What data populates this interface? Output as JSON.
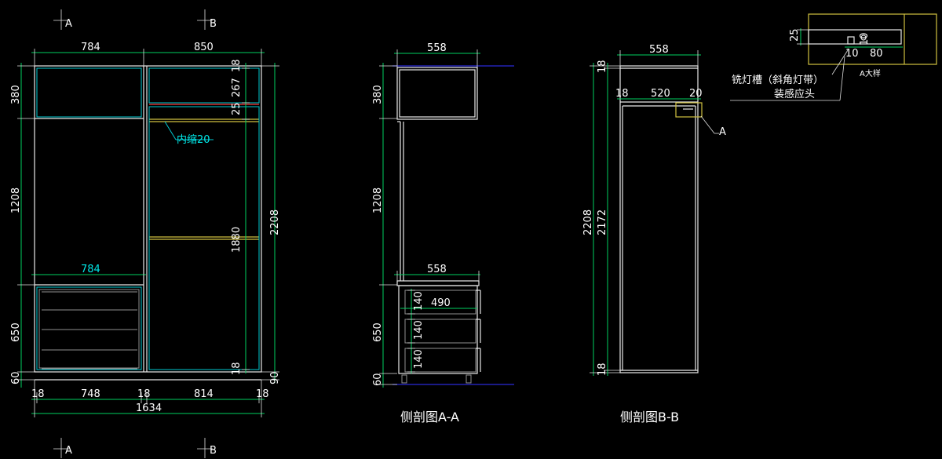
{
  "section_markers": {
    "a": "A",
    "b": "B"
  },
  "front": {
    "dims_top": {
      "left_width": "784",
      "right_width": "850"
    },
    "dims_left": {
      "top": "380",
      "middle": "1208",
      "bottom": "650",
      "base": "60"
    },
    "dims_right": {
      "overall": "2208",
      "base": "90"
    },
    "dims_inner": {
      "r_top": "18",
      "r_267": "267",
      "r_25": "25",
      "r_1880": "1880",
      "r_bot": "18"
    },
    "inner_offset_label": "内缩20",
    "drawer_width": "784",
    "dims_bottom": {
      "e1": "18",
      "w1": "748",
      "mid": "18",
      "w2": "814",
      "e2": "18",
      "total": "1634"
    }
  },
  "section_a": {
    "title": "侧剖图A-A",
    "top_depth": "558",
    "mid_depth": "558",
    "drawer_depth": "490",
    "drawer_heights": [
      "140",
      "140",
      "140"
    ],
    "dims_left": {
      "top": "380",
      "middle": "1208",
      "bottom": "650",
      "base": "60"
    }
  },
  "section_b": {
    "title": "侧剖图B-B",
    "top_depth": "558",
    "inner_left": "18",
    "inner_width": "520",
    "inner_right": "20",
    "outer_height": "2208",
    "inner_height": "2172",
    "top_thk": "18",
    "bot_thk": "18",
    "callout": "A"
  },
  "detail_a": {
    "title": "A大样",
    "dim_25": "25",
    "dim_10a": "10",
    "dim_10b": "10",
    "dim_80": "80",
    "note_line1": "铣灯槽（斜角灯带）",
    "note_line2": "装感应头"
  }
}
